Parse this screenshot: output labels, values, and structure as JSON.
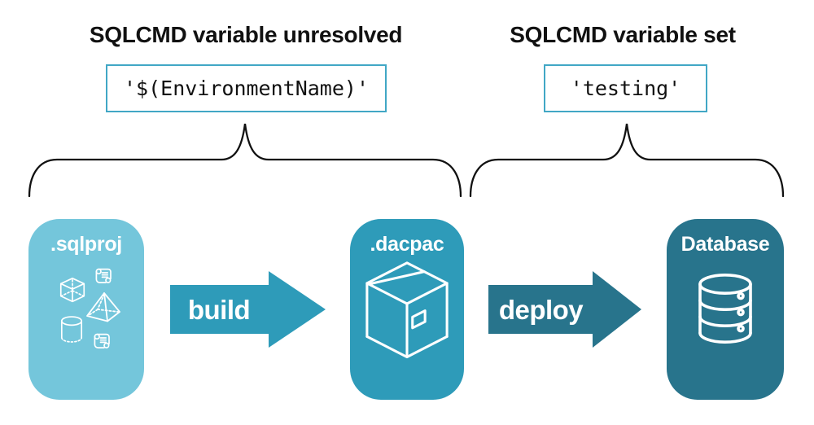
{
  "annotations": {
    "unresolved": {
      "title": "SQLCMD variable unresolved",
      "code": "'$(EnvironmentName)'"
    },
    "set": {
      "title": "SQLCMD variable set",
      "code": "'testing'"
    }
  },
  "pipeline": {
    "stages": [
      {
        "label": ".sqlproj",
        "color": "#74C6DB",
        "icon": "sql-objects-icons"
      },
      {
        "label": ".dacpac",
        "color": "#2E9BB9",
        "icon": "package-icon"
      },
      {
        "label": "Database",
        "color": "#28748C",
        "icon": "database-icon"
      }
    ],
    "arrows": [
      {
        "label": "build",
        "color": "#2E9BB9"
      },
      {
        "label": "deploy",
        "color": "#28748C"
      }
    ]
  },
  "colors": {
    "background": "#FFFFFF",
    "title_text": "#111111",
    "code_text": "#111111",
    "code_box_border": "#41A7C5",
    "brace_stroke": "#111111",
    "stage_label_text": "#FFFFFF",
    "icon_stroke": "#FFFFFF"
  }
}
